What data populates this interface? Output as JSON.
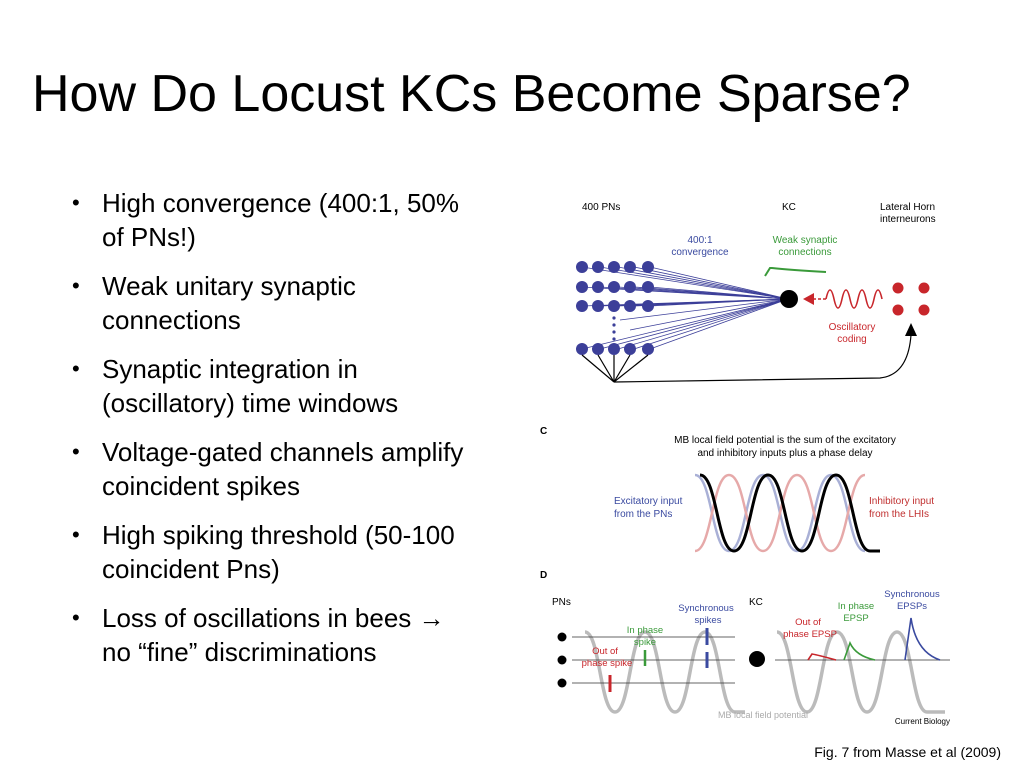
{
  "slide": {
    "title": "How Do Locust KCs Become Sparse?",
    "bullets": [
      "High convergence (400:1, 50% of PNs!)",
      "Weak unitary synaptic connections",
      "Synaptic integration in (oscillatory) time windows",
      "Voltage-gated channels amplify coincident spikes",
      "High spiking threshold (50-100 coincident Pns)",
      "Loss of oscillations in bees → no “fine” discriminations"
    ],
    "caption": "Fig. 7 from Masse et al (2009)"
  },
  "figure": {
    "panel_b": {
      "pns_label": "400 PNs",
      "kc_label": "KC",
      "lh_label_line1": "Lateral Horn",
      "lh_label_line2": "interneurons",
      "convergence_line1": "400:1",
      "convergence_line2": "convergence",
      "weak_line1": "Weak synaptic",
      "weak_line2": "connections",
      "osc_line1": "Oscillatory",
      "osc_line2": "coding"
    },
    "panel_c": {
      "letter": "C",
      "heading_line1": "MB local field potential is the sum of the excitatory",
      "heading_line2": "and inhibitory inputs plus a phase delay",
      "exc_line1": "Excitatory input",
      "exc_line2": "from the PNs",
      "inh_line1": "Inhibitory input",
      "inh_line2": "from the LHIs"
    },
    "panel_d": {
      "letter": "D",
      "pns_label": "PNs",
      "kc_label": "KC",
      "inphase_spike_1": "In phase",
      "inphase_spike_2": "spike",
      "outphase_spike_1": "Out of",
      "outphase_spike_2": "phase spike",
      "sync_spikes_1": "Synchronous",
      "sync_spikes_2": "spikes",
      "outphase_epsp_1": "Out of",
      "outphase_epsp_2": "phase EPSP",
      "inphase_epsp_1": "In phase",
      "inphase_epsp_2": "EPSP",
      "sync_epsps_1": "Synchronous",
      "sync_epsps_2": "EPSPs",
      "lfp_label": "MB local field potential",
      "journal": "Current Biology"
    },
    "colors": {
      "pn_blue": "#3c3f99",
      "lh_red": "#c8262b",
      "green": "#3a9a3a",
      "exc_blue": "#3a4aa0",
      "inh_red": "#c03030"
    }
  }
}
